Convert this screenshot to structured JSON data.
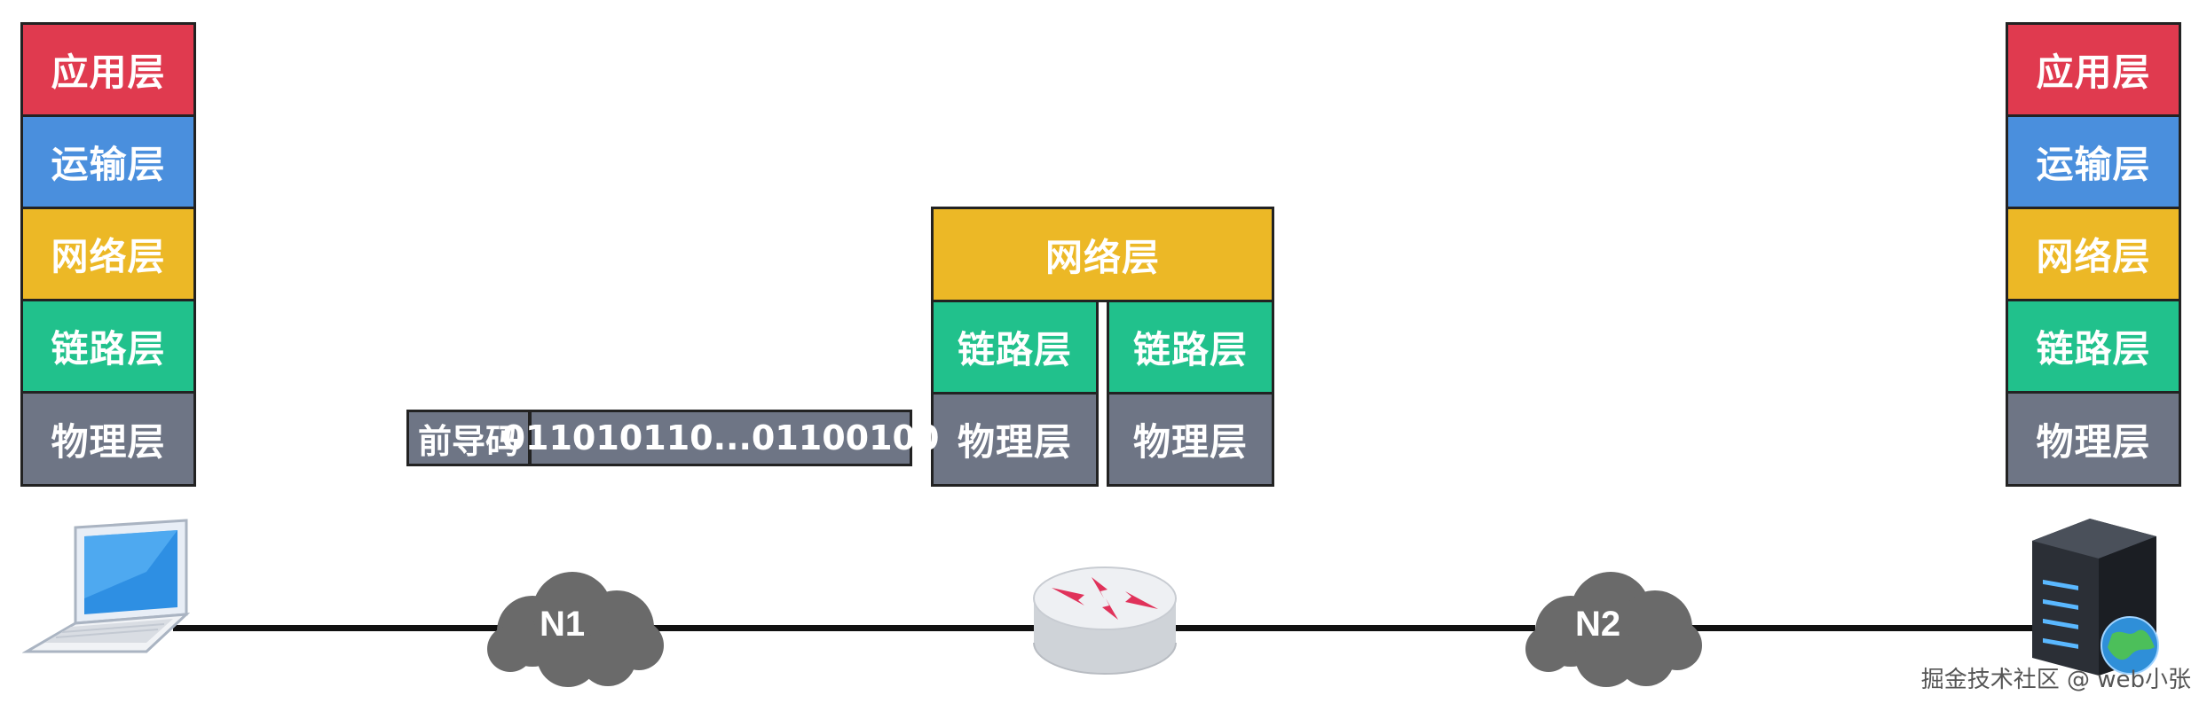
{
  "left_stack": {
    "application": "应用层",
    "transport": "运输层",
    "network": "网络层",
    "link": "链路层",
    "physical": "物理层"
  },
  "router_stack": {
    "network": "网络层",
    "link_left": "链路层",
    "link_right": "链路层",
    "physical_left": "物理层",
    "physical_right": "物理层"
  },
  "right_stack": {
    "application": "应用层",
    "transport": "运输层",
    "network": "网络层",
    "link": "链路层",
    "physical": "物理层"
  },
  "frame": {
    "preamble": "前导码",
    "bits": "011010110...01100100"
  },
  "networks": {
    "n1": "N1",
    "n2": "N2"
  },
  "watermark": "掘金技术社区 @ web小张",
  "colors": {
    "application": "#e03a4f",
    "transport": "#4a8fdd",
    "network": "#ecb826",
    "link": "#21c18c",
    "physical": "#6e7585"
  },
  "icons": {
    "left_host": "laptop-icon",
    "router": "router-icon",
    "right_host": "server-icon",
    "cloud": "cloud-icon"
  }
}
